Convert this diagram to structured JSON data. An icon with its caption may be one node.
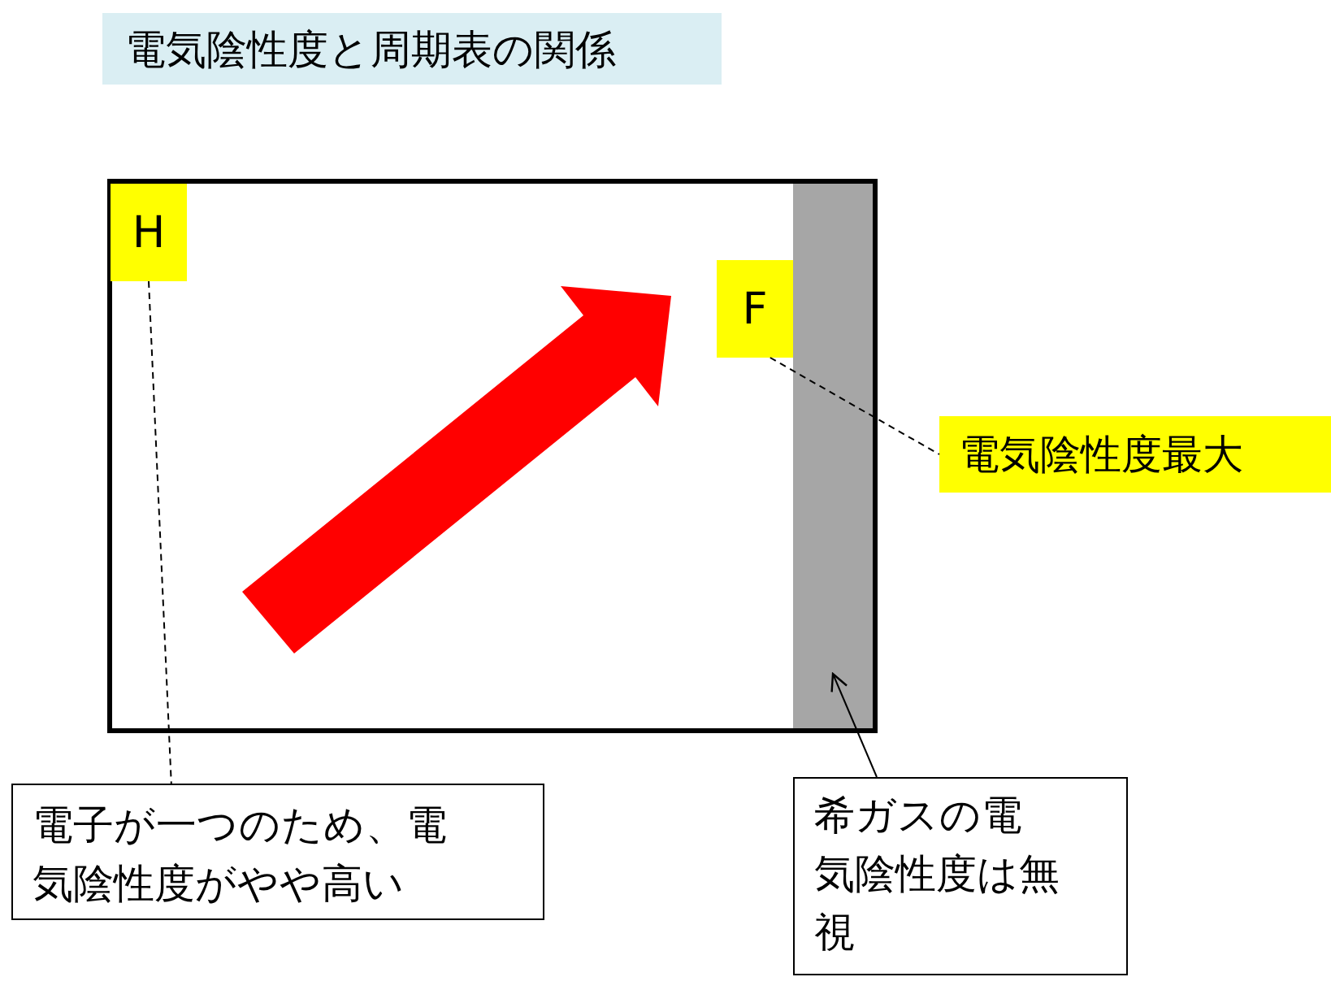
{
  "diagram": {
    "title": "電気陰性度と周期表の関係",
    "nodes": [
      {
        "text": [],
        "shape": "box"
      },
      {
        "text": [
          "H"
        ],
        "in": 0
      },
      {
        "text": [
          "F"
        ],
        "in": 0
      },
      {
        "text": [],
        "shape": "bar",
        "in": 0
      },
      {
        "text": [
          "電気陰性度最大"
        ]
      },
      {
        "text": [
          "電子が一つのため、電気陰性度がやや高い"
        ]
      },
      {
        "text": [
          "希ガスの電気陰性度は無視"
        ]
      }
    ],
    "edges": [
      {
        "from": 1,
        "to": 5,
        "arrow": "none",
        "style": "dashed"
      },
      {
        "from": 2,
        "to": 4,
        "arrow": "none",
        "style": "dashed"
      },
      {
        "from": 6,
        "to": 3,
        "arrow": "to"
      }
    ]
  }
}
